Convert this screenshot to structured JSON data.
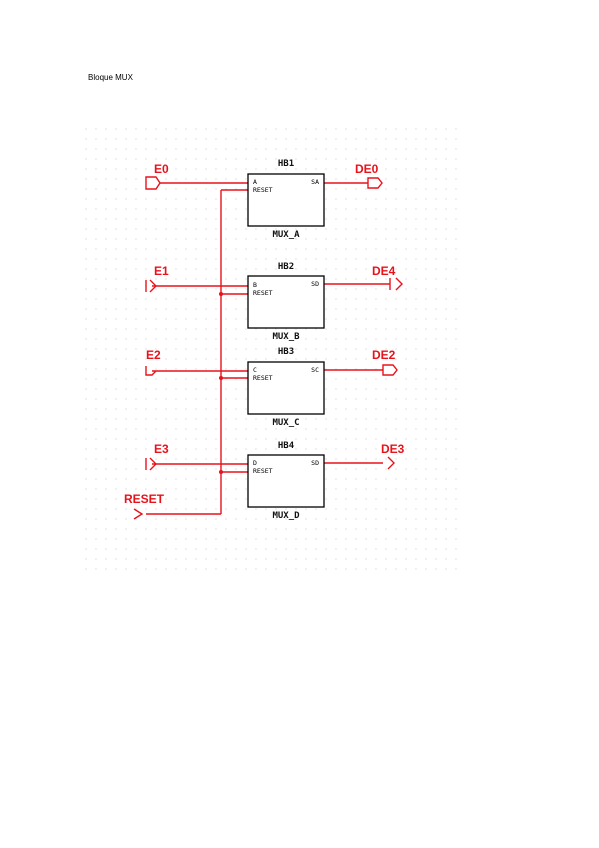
{
  "document": {
    "title": "Bloque MUX"
  },
  "diagram": {
    "blocks": [
      {
        "instance": "HB1",
        "name": "MUX_A",
        "pin_in": "A",
        "pin_reset": "RESET",
        "pin_out": "SA"
      },
      {
        "instance": "HB2",
        "name": "MUX_B",
        "pin_in": "B",
        "pin_reset": "RESET",
        "pin_out": "SD"
      },
      {
        "instance": "HB3",
        "name": "MUX_C",
        "pin_in": "C",
        "pin_reset": "RESET",
        "pin_out": "SC"
      },
      {
        "instance": "HB4",
        "name": "MUX_D",
        "pin_in": "D",
        "pin_reset": "RESET",
        "pin_out": "SD"
      }
    ],
    "inputs": [
      "E0",
      "E1",
      "E2",
      "E3"
    ],
    "outputs": [
      "DE0",
      "DE4",
      "DE2",
      "DE3"
    ],
    "reset_label": "RESET",
    "colors": {
      "port_label": "#e8121b",
      "wire": "#e8121b",
      "grid_dot": "#b8b8b8",
      "block_border": "#000000"
    }
  }
}
